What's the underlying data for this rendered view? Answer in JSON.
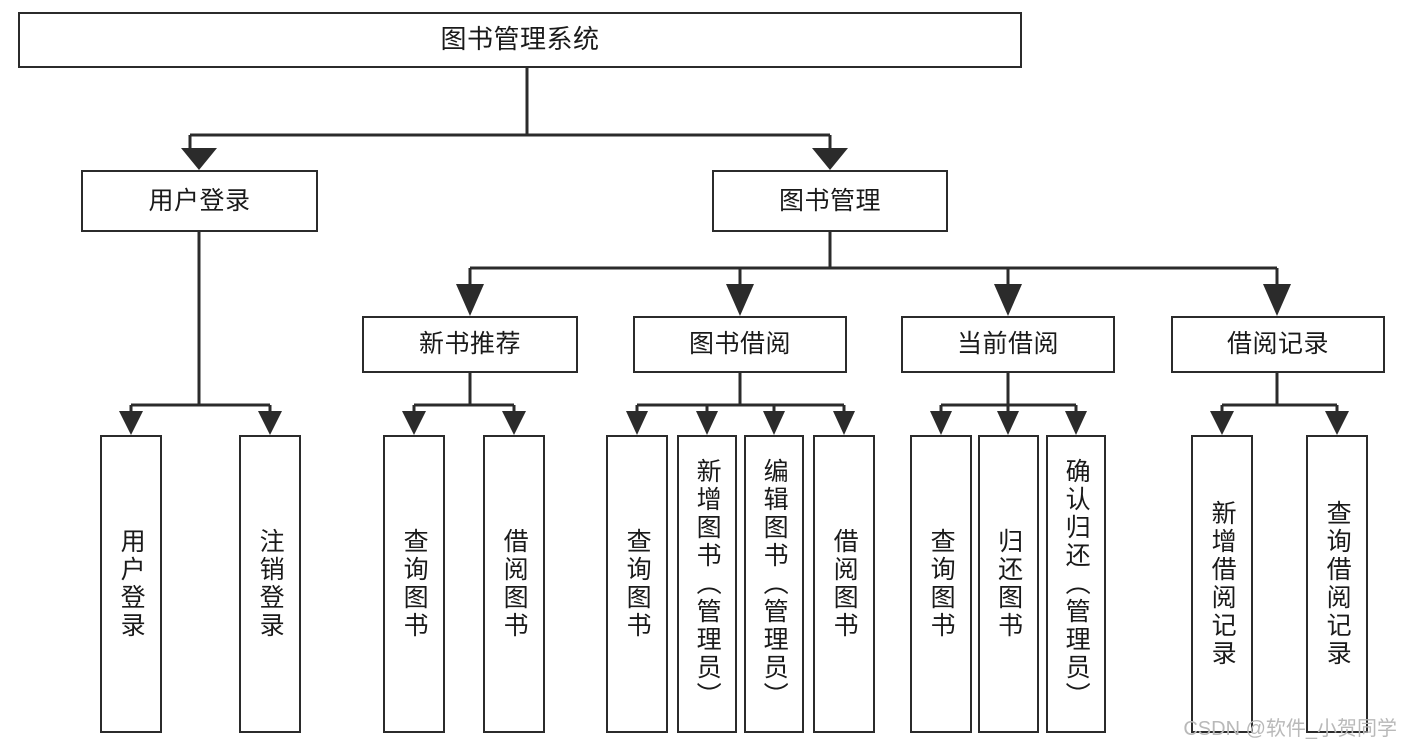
{
  "diagram": {
    "title": "图书管理系统",
    "type": "hierarchy-tree",
    "watermark": "CSDN @软件_小贺同学",
    "colors": {
      "box_border": "#2b2b2b",
      "background": "#ffffff",
      "connector": "#2b2b2b",
      "watermark": "#b9b9b9"
    },
    "levels": {
      "level1": [
        "图书管理系统"
      ],
      "level2": [
        "用户登录",
        "图书管理"
      ],
      "level3": [
        "新书推荐",
        "图书借阅",
        "当前借阅",
        "借阅记录"
      ],
      "level4": [
        "用户登录",
        "注销登录",
        "查询图书",
        "借阅图书",
        "查询图书",
        "新增图书（管理员）",
        "编辑图书（管理员）",
        "借阅图书",
        "查询图书",
        "归还图书",
        "确认归还（管理员）",
        "新增借阅记录",
        "查询借阅记录"
      ]
    },
    "nodes": {
      "root": {
        "label": "图书管理系统"
      },
      "user_login": {
        "label": "用户登录"
      },
      "book_manage": {
        "label": "图书管理"
      },
      "new_book_rec": {
        "label": "新书推荐"
      },
      "book_borrow": {
        "label": "图书借阅"
      },
      "current_borrow": {
        "label": "当前借阅"
      },
      "borrow_record": {
        "label": "借阅记录"
      },
      "leaf_user_login": {
        "label": "用户登录"
      },
      "leaf_logout": {
        "label": "注销登录"
      },
      "leaf_query_book_a": {
        "label": "查询图书"
      },
      "leaf_borrow_book_a": {
        "label": "借阅图书"
      },
      "leaf_query_book_b": {
        "label": "查询图书"
      },
      "leaf_add_book": {
        "label": "新增图书（管理员）"
      },
      "leaf_edit_book": {
        "label": "编辑图书（管理员）"
      },
      "leaf_borrow_book_b": {
        "label": "借阅图书"
      },
      "leaf_query_book_c": {
        "label": "查询图书"
      },
      "leaf_return_book": {
        "label": "归还图书"
      },
      "leaf_confirm_return": {
        "label": "确认归还（管理员）"
      },
      "leaf_add_record": {
        "label": "新增借阅记录"
      },
      "leaf_query_record": {
        "label": "查询借阅记录"
      }
    },
    "edges": [
      {
        "from": "图书管理系统",
        "to": "用户登录"
      },
      {
        "from": "图书管理系统",
        "to": "图书管理"
      },
      {
        "from": "图书管理",
        "to": "新书推荐"
      },
      {
        "from": "图书管理",
        "to": "图书借阅"
      },
      {
        "from": "图书管理",
        "to": "当前借阅"
      },
      {
        "from": "图书管理",
        "to": "借阅记录"
      },
      {
        "from": "用户登录",
        "to": "用户登录"
      },
      {
        "from": "用户登录",
        "to": "注销登录"
      },
      {
        "from": "新书推荐",
        "to": "查询图书"
      },
      {
        "from": "新书推荐",
        "to": "借阅图书"
      },
      {
        "from": "图书借阅",
        "to": "查询图书"
      },
      {
        "from": "图书借阅",
        "to": "新增图书（管理员）"
      },
      {
        "from": "图书借阅",
        "to": "编辑图书（管理员）"
      },
      {
        "from": "图书借阅",
        "to": "借阅图书"
      },
      {
        "from": "当前借阅",
        "to": "查询图书"
      },
      {
        "from": "当前借阅",
        "to": "归还图书"
      },
      {
        "from": "当前借阅",
        "to": "确认归还（管理员）"
      },
      {
        "from": "借阅记录",
        "to": "新增借阅记录"
      },
      {
        "from": "借阅记录",
        "to": "查询借阅记录"
      }
    ]
  }
}
